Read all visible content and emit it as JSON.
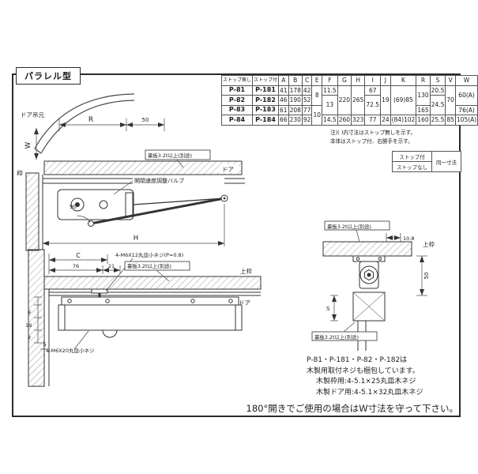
{
  "page": {
    "type_label": "パラレル型",
    "bottom_note": "180°開きでご使用の場合はW寸法を守って下さい。"
  },
  "spec_table": {
    "header": [
      "ストップ無し",
      "ストップ付",
      "A",
      "B",
      "C",
      "E",
      "F",
      "G",
      "H",
      "I",
      "J",
      "K",
      "R",
      "S",
      "V",
      "W"
    ],
    "rows": [
      [
        {
          "t": "P-81"
        },
        {
          "t": "P-181"
        },
        {
          "t": "41"
        },
        {
          "t": "178"
        },
        {
          "t": "42"
        },
        {
          "t": "8",
          "rs": 2
        },
        {
          "t": "11.5"
        },
        {
          "t": "220",
          "rs": 3
        },
        {
          "t": "265",
          "rs": 3
        },
        {
          "t": "67"
        },
        {
          "t": "19",
          "rs": 3
        },
        {
          "t": "(69)85",
          "rs": 3
        },
        {
          "t": "130",
          "rs": 2
        },
        {
          "t": "20.5"
        },
        {
          "t": "70",
          "rs": 3
        },
        {
          "t": "60(A)",
          "rs": 2
        }
      ],
      [
        {
          "t": "P-82"
        },
        {
          "t": "P-182"
        },
        {
          "t": "46"
        },
        {
          "t": "190"
        },
        {
          "t": "52"
        },
        {
          "t": "13",
          "rs": 2
        },
        {
          "t": "72.5",
          "rs": 2
        },
        {
          "t": "24.5",
          "rs": 2
        }
      ],
      [
        {
          "t": "P-83"
        },
        {
          "t": "P-183"
        },
        {
          "t": "61"
        },
        {
          "t": "208"
        },
        {
          "t": "77"
        },
        {
          "t": "10",
          "rs": 2
        },
        {
          "t": "165"
        },
        {
          "t": "76(A)"
        }
      ],
      [
        {
          "t": "P-84"
        },
        {
          "t": "P-184"
        },
        {
          "t": "66"
        },
        {
          "t": "230"
        },
        {
          "t": "92"
        },
        {
          "t": "14.5"
        },
        {
          "t": "260"
        },
        {
          "t": "323"
        },
        {
          "t": "77"
        },
        {
          "t": "24"
        },
        {
          "t": "(84)102"
        },
        {
          "t": "160"
        },
        {
          "t": "25.5"
        },
        {
          "t": "85"
        },
        {
          "t": "105(A)"
        }
      ]
    ],
    "notes": [
      "注)( )内寸法はストップ無しを示す。",
      "本体はストップ付、右勝手を示す。"
    ]
  },
  "stop_table": {
    "rows": [
      "ストップ付",
      "ストップなし"
    ],
    "value": "同一寸法"
  },
  "drawing_top": {
    "labels": {
      "hinge_side": "ドア吊元",
      "frame": "枠",
      "door": "ドア",
      "valve": "開閉速度調整バルブ",
      "backplate": "裏板3.2t以上(別途)"
    },
    "dims": {
      "r": "R",
      "d50": "50",
      "w": "W",
      "angle": "90",
      "h": "H"
    }
  },
  "drawing_front": {
    "labels": {
      "screw_top": "4-M6X12丸皿小ネジ(P=0.8)",
      "backplate": "裏板3.2t以上(別途)",
      "top_frame": "上枠",
      "door": "ドア",
      "screw_body": "4-M6X20丸皿小ネジ"
    },
    "dims": {
      "c": "C",
      "d76": "76",
      "d21": "21",
      "f1": "F",
      "d19": "19",
      "f2": "F",
      "s": "S"
    }
  },
  "drawing_side": {
    "labels": {
      "backplate_top": "裏板3.2t以上(別途)",
      "top_frame": "上枠",
      "backplate_bottom": "裏板3.2t以上(別途)"
    },
    "dims": {
      "d108": "10.8",
      "d50": "50",
      "s": "S"
    }
  },
  "notes_block": {
    "lines": [
      "P-81・P-181・P-82・P-182は",
      "木製用取付ネジも梱包しています。",
      "木製枠用:4-5.1×25丸皿木ネジ",
      "木製ドア用:4-5.1×32丸皿木ネジ"
    ]
  }
}
